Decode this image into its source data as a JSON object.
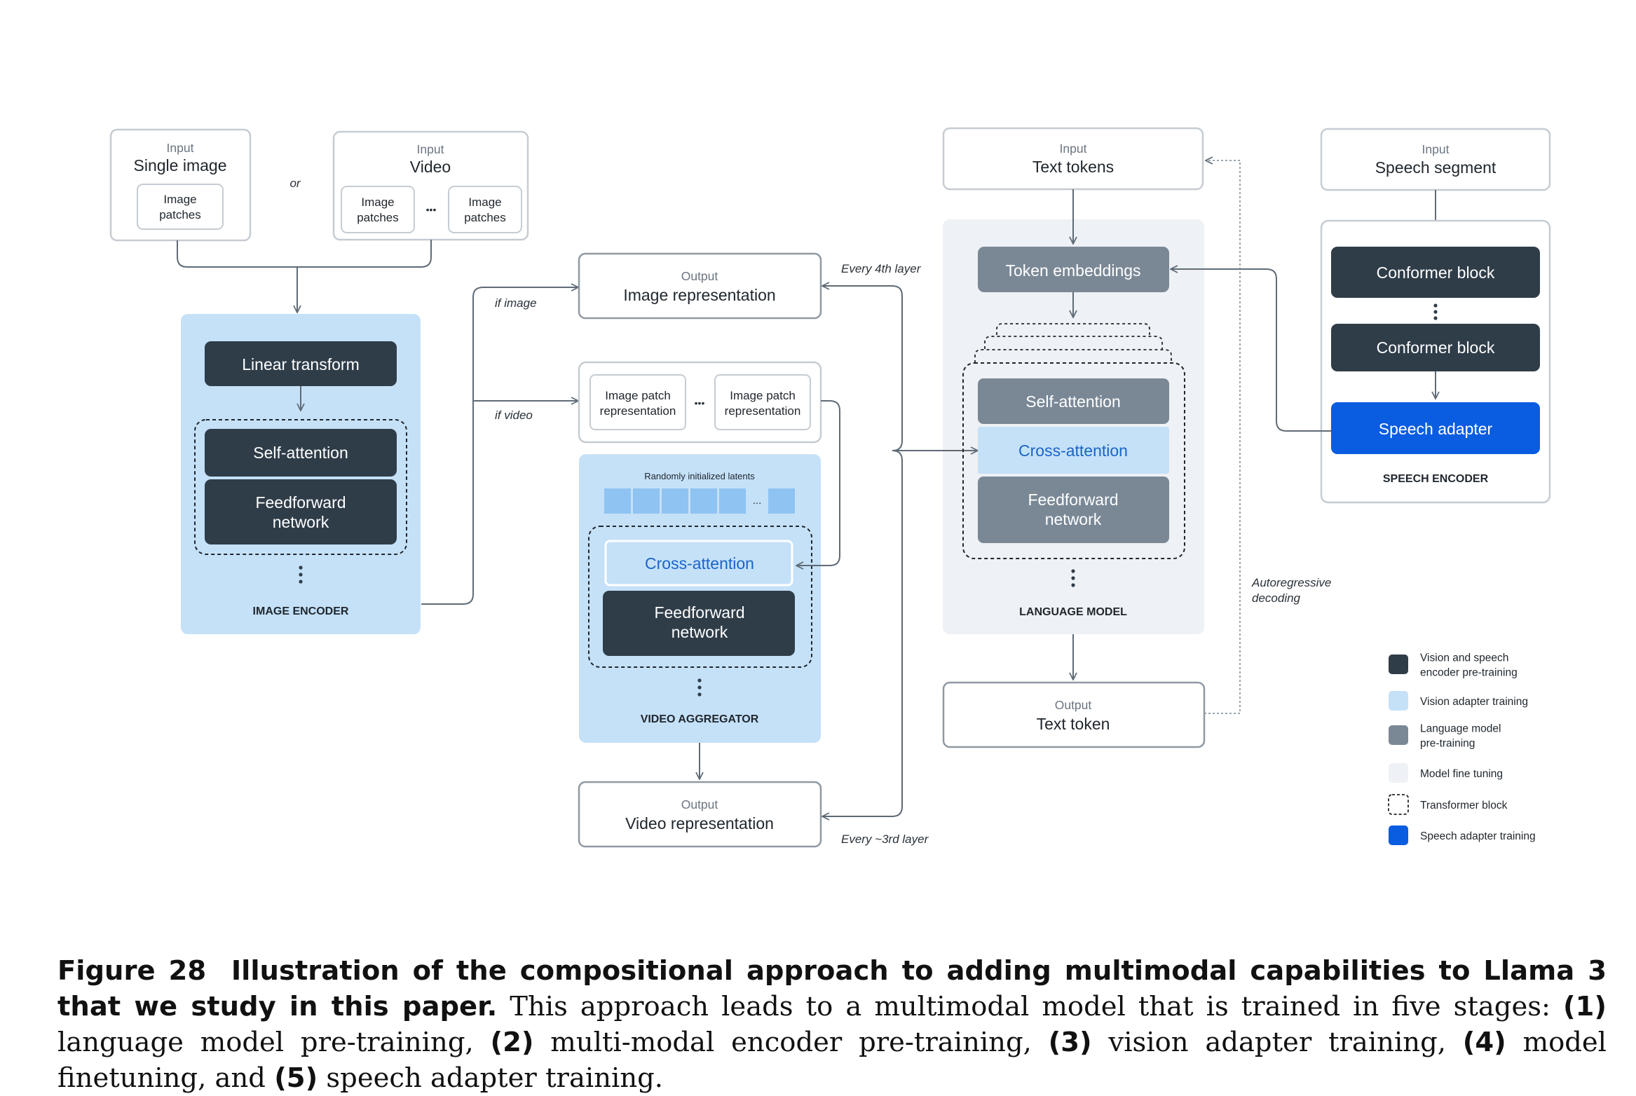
{
  "inputs": {
    "single_image": {
      "caption": "Input",
      "title": "Single image",
      "patch": [
        "Image",
        "patches"
      ]
    },
    "or": "or",
    "video": {
      "caption": "Input",
      "title": "Video",
      "patch": [
        "Image",
        "patches"
      ],
      "dots": "•••"
    },
    "text_tokens": {
      "caption": "Input",
      "title": "Text tokens"
    },
    "speech_segment": {
      "caption": "Input",
      "title": "Speech segment"
    }
  },
  "image_encoder": {
    "label": "IMAGE ENCODER",
    "linear_transform": "Linear transform",
    "self_attention": "Self-attention",
    "feedforward": [
      "Feedforward",
      "network"
    ],
    "dots": "⋮"
  },
  "edges": {
    "if_image": "if image",
    "if_video": "if video",
    "every_4th": "Every 4th layer",
    "every_3rd": "Every ~3rd layer",
    "autoregressive": [
      "Autoregressive",
      "decoding"
    ]
  },
  "outputs": {
    "image_rep": {
      "caption": "Output",
      "title": "Image representation"
    },
    "video_rep": {
      "caption": "Output",
      "title": "Video representation"
    },
    "text_token": {
      "caption": "Output",
      "title": "Text token"
    }
  },
  "patch_reps": {
    "item": [
      "Image patch",
      "representation"
    ],
    "dots": "•••"
  },
  "video_aggregator": {
    "label": "VIDEO AGGREGATOR",
    "latents": "Randomly initialized latents",
    "latent_dots": "...",
    "cross_attention": "Cross-attention",
    "feedforward": [
      "Feedforward",
      "network"
    ],
    "dots": "⋮"
  },
  "language_model": {
    "label": "LANGUAGE MODEL",
    "token_embeddings": "Token embeddings",
    "self_attention": "Self-attention",
    "cross_attention": "Cross-attention",
    "feedforward": [
      "Feedforward",
      "network"
    ],
    "dots": "⋮"
  },
  "speech_encoder": {
    "label": "SPEECH ENCODER",
    "conformer_1": "Conformer block",
    "conformer_2": "Conformer block",
    "speech_adapter": "Speech adapter",
    "dots": "⋮"
  },
  "legend": [
    {
      "lines": [
        "Vision and speech",
        "encoder pre-training"
      ],
      "color": "#2f3d49",
      "style": "solid"
    },
    {
      "lines": [
        "Vision adapter training"
      ],
      "color": "#c5e1f8",
      "style": "solid"
    },
    {
      "lines": [
        "Language model",
        "pre-training"
      ],
      "color": "#7a8896",
      "style": "solid"
    },
    {
      "lines": [
        "Model fine tuning"
      ],
      "color": "#eef1f5",
      "style": "solid"
    },
    {
      "lines": [
        "Transformer block"
      ],
      "color": "#ffffff",
      "style": "dashed"
    },
    {
      "lines": [
        "Speech adapter training"
      ],
      "color": "#0a5ce0",
      "style": "solid"
    }
  ],
  "colors": {
    "dark": "#2f3d49",
    "light_blue": "#c5e1f8",
    "gray": "#7a8896",
    "light_gray": "#eef1f5",
    "speech_blue": "#0a5ce0",
    "cross_text": "#1a64c8",
    "line": "#5f6b76",
    "box_border": "#c6ccd2"
  },
  "caption": {
    "figure_label": "Figure 28",
    "bold_title": "Illustration of the compositional approach to adding multimodal capabilities to Llama 3 that we study in this paper.",
    "text_1": " This approach leads to a multimodal model that is trained in five stages: ",
    "n1": "(1)",
    "text_2": " language model pre-training, ",
    "n2": "(2)",
    "text_3": " multi-modal encoder pre-training, ",
    "n3": "(3)",
    "text_4": " vision adapter training, ",
    "n4": "(4)",
    "text_5": " model finetuning, and ",
    "n5": "(5)",
    "text_6": " speech adapter training."
  }
}
